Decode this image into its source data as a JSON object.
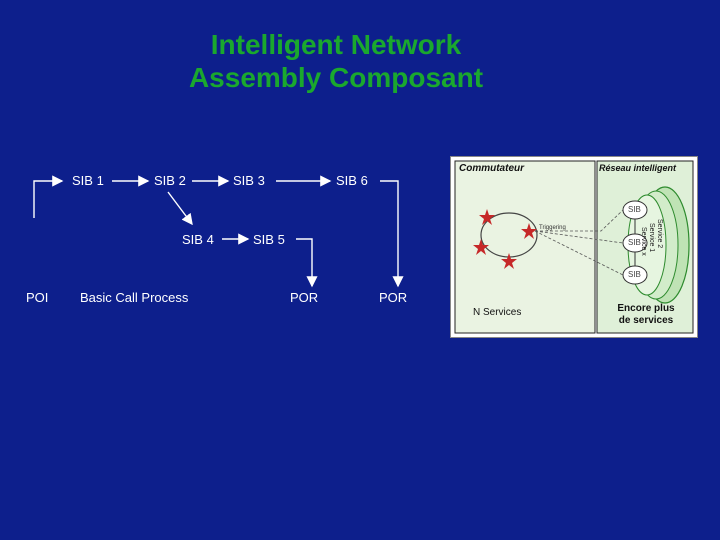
{
  "title": {
    "line1": "Intelligent Network",
    "line2": "Assembly Composant"
  },
  "flow": {
    "sib1": "SIB 1",
    "sib2": "SIB 2",
    "sib3": "SIB 3",
    "sib6": "SIB 6",
    "sib4": "SIB 4",
    "sib5": "SIB 5",
    "poi": "POI",
    "bcp": "Basic Call Process",
    "por1": "POR",
    "por2": "POR"
  },
  "panel": {
    "commutateur": "Commutateur",
    "reseau": "Réseau intelligent",
    "triggering": "Triggering",
    "n_services": "N Services",
    "encore_line1": "Encore plus",
    "encore_line2": "de services",
    "sib_label": "SIB",
    "service_label_a": "Service 2",
    "service_label_b": "Service 1",
    "service_label_c": "Service x",
    "colors": {
      "background": "#0d1f8c",
      "title": "#1aa82e",
      "panel_fill": "#ffffff",
      "commutateur_fill": "#eaf3e2",
      "reseau_fill": "#dff0d8",
      "service_green": "#2e8b2e"
    }
  }
}
